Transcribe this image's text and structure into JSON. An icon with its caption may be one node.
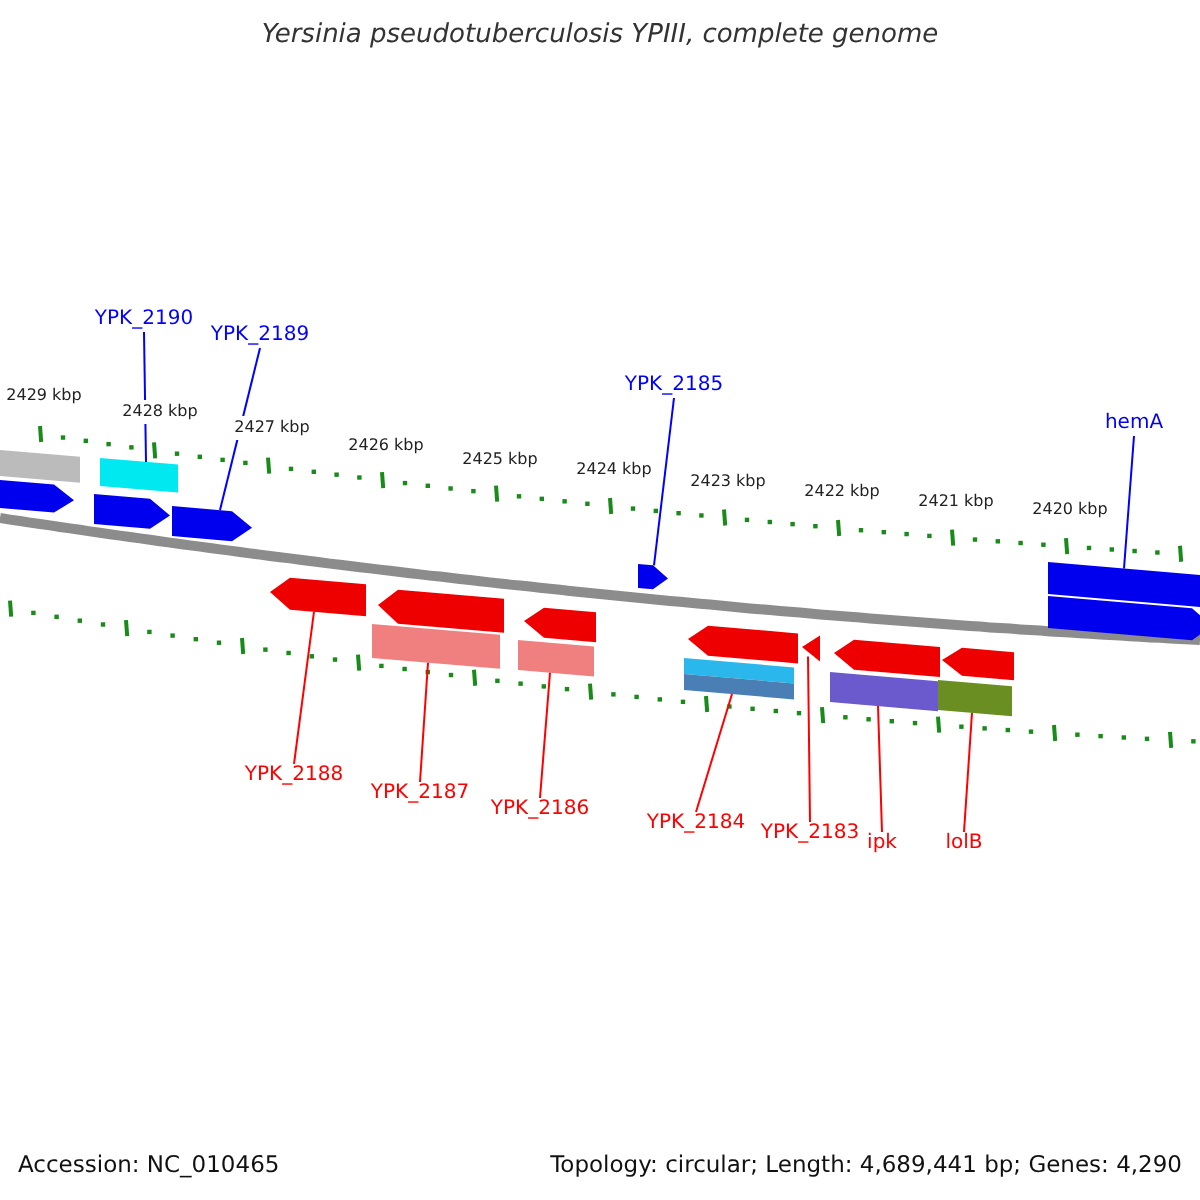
{
  "diagram": {
    "title": "Yersinia pseudotuberculosis YPIII, complete genome",
    "nodes": [
      {
        "text": [
          "YPK_2190"
        ]
      },
      {
        "text": [
          "YPK_2189"
        ]
      },
      {
        "text": [
          "YPK_2185"
        ]
      },
      {
        "text": [
          "hemA"
        ]
      },
      {
        "text": [
          "YPK_2188"
        ]
      },
      {
        "text": [
          "YPK_2187"
        ]
      },
      {
        "text": [
          "YPK_2186"
        ]
      },
      {
        "text": [
          "YPK_2184"
        ]
      },
      {
        "text": [
          "YPK_2183"
        ]
      },
      {
        "text": [
          "ipk"
        ]
      },
      {
        "text": [
          "lolB"
        ]
      },
      {
        "text": [],
        "shape": "bar"
      },
      {
        "text": [],
        "shape": "arrow"
      },
      {
        "text": [],
        "shape": "arrow"
      },
      {
        "text": [],
        "shape": "bar"
      },
      {
        "text": [],
        "shape": "arrow"
      },
      {
        "text": [],
        "shape": "arrow"
      },
      {
        "text": [],
        "shape": "bar"
      },
      {
        "text": [],
        "shape": "arrow"
      },
      {
        "text": [],
        "shape": "bar"
      },
      {
        "text": [],
        "shape": "arrow"
      },
      {
        "text": [],
        "shape": "arrow"
      },
      {
        "text": [],
        "shape": "bar"
      },
      {
        "text": [],
        "shape": "arrow"
      },
      {
        "text": [],
        "shape": "triangle"
      },
      {
        "text": [],
        "shape": "bar"
      },
      {
        "text": [],
        "shape": "arrow"
      },
      {
        "text": [],
        "shape": "bar"
      },
      {
        "text": [],
        "shape": "arrow"
      },
      {
        "text": [],
        "shape": "bar"
      },
      {
        "text": [],
        "shape": "arrow"
      }
    ],
    "edges": [
      {
        "from": 0,
        "to": 14,
        "arrow": "none",
        "color": "#0000ff"
      },
      {
        "from": 1,
        "to": 15,
        "arrow": "none",
        "color": "#0000ff"
      },
      {
        "from": 2,
        "to": 21,
        "arrow": "none",
        "color": "#0000ff"
      },
      {
        "from": 3,
        "to": 29,
        "arrow": "none",
        "color": "#0000ff"
      },
      {
        "from": 4,
        "to": 16,
        "arrow": "none"
      },
      {
        "from": 5,
        "to": 17,
        "arrow": "none"
      },
      {
        "from": 6,
        "to": 19,
        "arrow": "none"
      },
      {
        "from": 7,
        "to": 22,
        "arrow": "none"
      },
      {
        "from": 8,
        "to": 24,
        "arrow": "none"
      },
      {
        "from": 9,
        "to": 25,
        "arrow": "none"
      },
      {
        "from": 10,
        "to": 27,
        "arrow": "none"
      }
    ],
    "labels": [
      "2429 kbp",
      "2428 kbp",
      "2427 kbp",
      "2426 kbp",
      "2425 kbp",
      "2424 kbp",
      "2423 kbp",
      "2422 kbp",
      "2421 kbp",
      "2420 kbp",
      "Accession: NC_010465",
      "Topology: circular; Length: 4,689,441 bp; Genes: 4,290"
    ]
  }
}
